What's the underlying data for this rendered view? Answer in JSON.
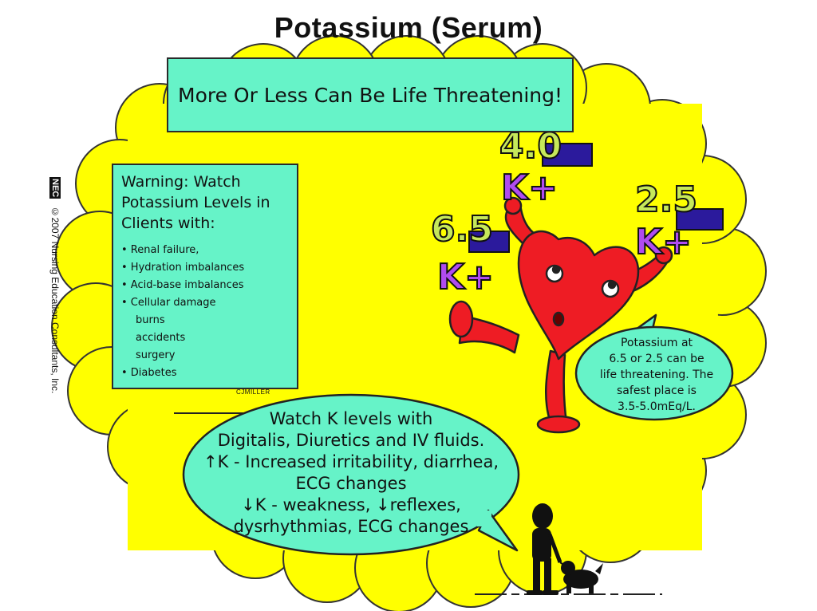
{
  "title": "Potassium (Serum)",
  "banner": "More Or Less Can Be Life Threatening!",
  "side_credit": {
    "logo": "NEC",
    "text": "©2007 Nursing Education Consultants, Inc."
  },
  "warning_box": {
    "title": "Warning: Watch Potassium Levels in Clients with:",
    "items": [
      "• Renal failure,",
      "• Hydration imbalances",
      "• Acid-base imbalances",
      "• Cellular damage",
      "burns",
      "accidents",
      "surgery",
      "• Diabetes"
    ]
  },
  "signature": "CJMILLER",
  "speech_bubble": "Watch K levels with\nDigitalis, Diuretics and IV fluids.\n↑K - Increased irritability, diarrhea,\nECG changes\n↓K - weakness, ↓reflexes,\ndysrhythmias, ECG changes",
  "heart_bubble": "Potassium at\n6.5 or 2.5 can be\nlife threatening. The\nsafest place is\n3.5-5.0mEq/L.",
  "weights": [
    {
      "value": "6.5",
      "label": "K+"
    },
    {
      "value": "4.0",
      "label": "K+"
    },
    {
      "value": "2.5",
      "label": "K+"
    }
  ],
  "colors": {
    "yellow_blob": "#ffff00",
    "box_fill": "#66f3c8",
    "heart_red": "#ee1c24",
    "value_green": "#c6e85a",
    "k_purple": "#b04cf0",
    "bar_navy": "#2b1a9c"
  }
}
